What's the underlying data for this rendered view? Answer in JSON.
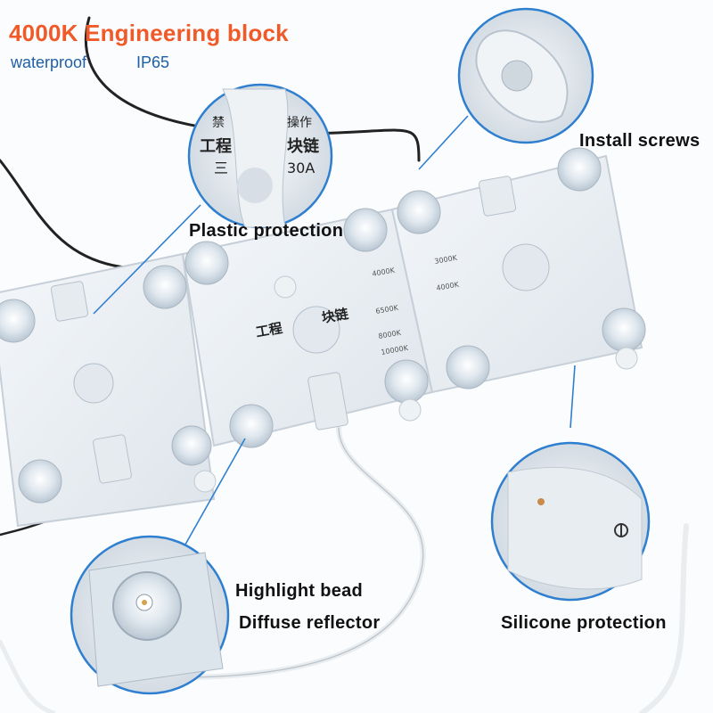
{
  "title": "4000K Engineering block",
  "subtitle": {
    "waterproof": "waterproof",
    "rating": "IP65"
  },
  "callouts": {
    "plastic": "Plastic protection",
    "screws": "Install screws",
    "bead": "Highlight bead",
    "diffuse": "Diffuse reflector",
    "silicone": "Silicone protection"
  },
  "module_print": {
    "warning": "禁",
    "operate": "操作",
    "line1": "工程",
    "line1b": "块链",
    "line2": "三",
    "line2b": "30A",
    "temps": [
      "3000K",
      "4000K",
      "6500K",
      "8000K",
      "10000K"
    ]
  },
  "colors": {
    "title": "#f05a28",
    "subtitle": "#1d5fa8",
    "callout_line": "#2f7fd0",
    "module": "#eef2f5"
  }
}
